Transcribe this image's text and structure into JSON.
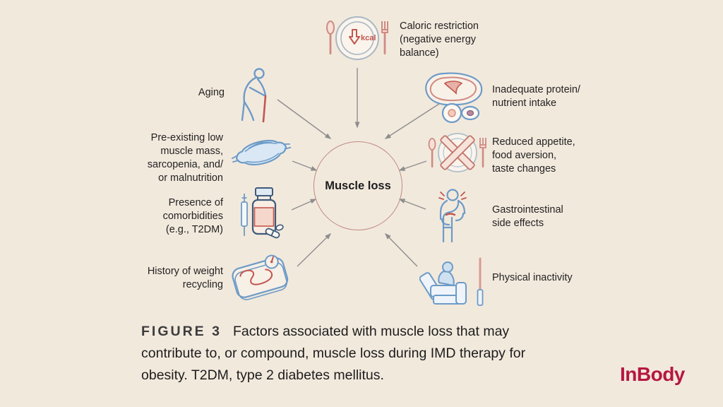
{
  "background_color": "#f2e9dd",
  "diagram": {
    "center_label": "Muscle loss",
    "factors": [
      {
        "id": "caloric-restriction",
        "icon": "plate-kcal-down-icon",
        "label": "Caloric restriction\n(negative energy\nbalance)"
      },
      {
        "id": "aging",
        "icon": "elderly-person-cane-icon",
        "label": "Aging"
      },
      {
        "id": "inadequate-protein",
        "icon": "steak-egg-icon",
        "label": "Inadequate protein/\nnutrient intake"
      },
      {
        "id": "low-muscle-mass",
        "icon": "muscle-icon",
        "label": "Pre-existing low\nmuscle mass,\nsarcopenia, and/\nor malnutrition"
      },
      {
        "id": "reduced-appetite",
        "icon": "crossed-plate-icon",
        "label": "Reduced appetite,\nfood aversion,\ntaste changes"
      },
      {
        "id": "comorbidities",
        "icon": "pill-bottle-syringe-icon",
        "label": "Presence of\ncomorbidities\n(e.g., T2DM)"
      },
      {
        "id": "gastrointestinal",
        "icon": "person-nausea-icon",
        "label": "Gastrointestinal\nside effects"
      },
      {
        "id": "weight-recycling",
        "icon": "weighing-scale-icon",
        "label": "History of weight\nrecycling"
      },
      {
        "id": "physical-inactivity",
        "icon": "recliner-person-icon",
        "label": "Physical inactivity"
      }
    ]
  },
  "caption": {
    "label": "FIGURE 3",
    "line1": "Factors associated with muscle loss that may",
    "line2": "contribute to, or compound, muscle loss during IMD therapy for",
    "line3": "obesity. T2DM, type 2 diabetes mellitus."
  },
  "logo": {
    "text": "InBody",
    "color": "#b5173f"
  },
  "colors": {
    "background": "#f2e9dd",
    "circle_stroke": "#c08a80",
    "arrow": "#8e8e8e",
    "icon_blue": "#6d9bc7",
    "icon_blue_light": "#cfe1f0",
    "icon_pink": "#cf8b83",
    "icon_red": "#c2574e",
    "caption_text": "#1c1c1c",
    "logo_red": "#b5173f"
  }
}
